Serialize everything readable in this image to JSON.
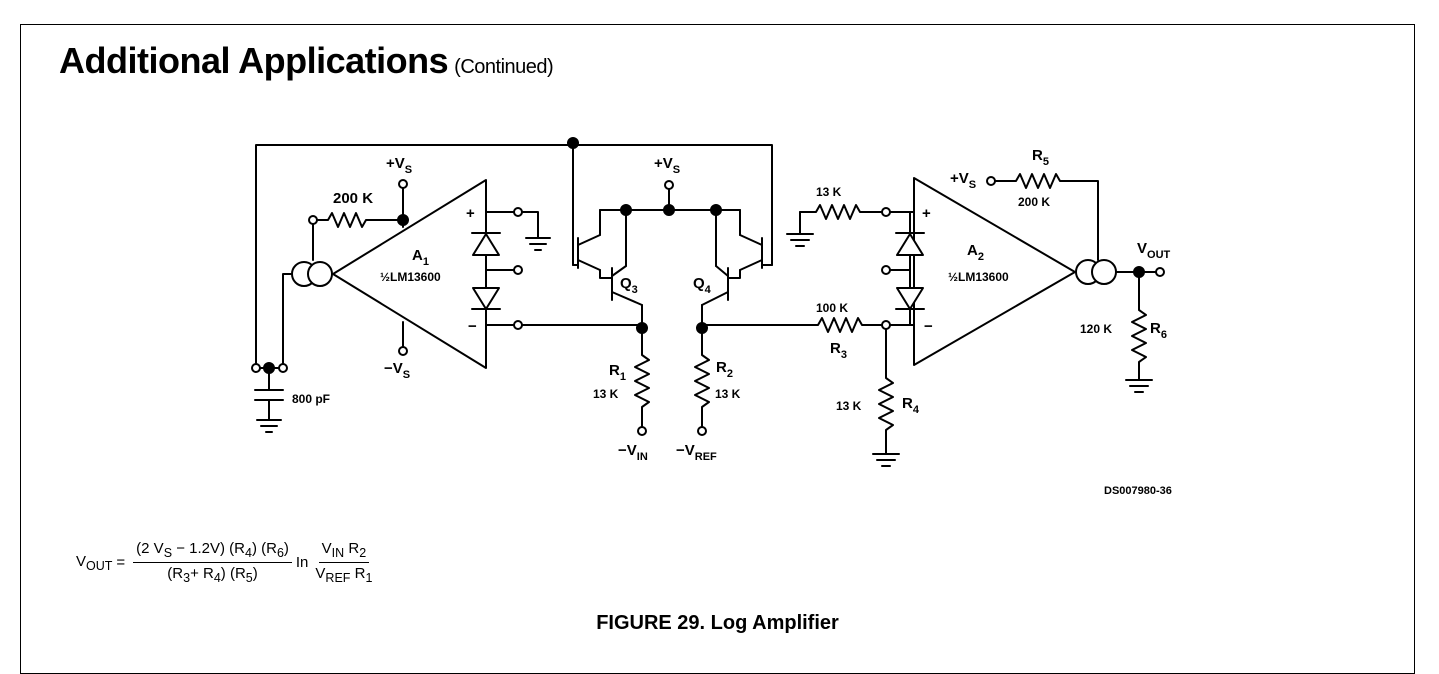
{
  "header": {
    "title": "Additional Applications",
    "subtitle": "(Continued)"
  },
  "labels": {
    "vs_plus_a1": "+V",
    "vs_plus_mid": "+V",
    "vs_plus_a2": "+V",
    "vs_minus": "−V",
    "s": "S",
    "r_200k_left": "200 K",
    "a1": "A",
    "a1_sub": "1",
    "a1_part": "½LM13600",
    "a2": "A",
    "a2_sub": "2",
    "a2_part": "½LM13600",
    "cap": "800 pF",
    "q3": "Q",
    "q3_sub": "3",
    "q4": "Q",
    "q4_sub": "4",
    "r1": "R",
    "r1_sub": "1",
    "r1_val": "13 K",
    "r2": "R",
    "r2_sub": "2",
    "r2_val": "13 K",
    "vin": "−V",
    "vin_sub": "IN",
    "vref": "−V",
    "vref_sub": "REF",
    "r_13k_top": "13 K",
    "r3_val": "100 K",
    "r3": "R",
    "r3_sub": "3",
    "r4_val": "13 K",
    "r4": "R",
    "r4_sub": "4",
    "r5": "R",
    "r5_sub": "5",
    "r5_val": "200 K",
    "vout": "V",
    "vout_sub": "OUT",
    "r6_val": "120 K",
    "r6": "R",
    "r6_sub": "6",
    "plus": "+",
    "minus": "−",
    "code": "DS007980-36"
  },
  "equation": {
    "lhs": "V",
    "lhs_sub": "OUT",
    "equals": "=",
    "num": "(2 V",
    "num_sub": "S",
    "num_rest": "− 1.2V) (R",
    "num_sub2": "4",
    "num_rest2": ") (R",
    "num_sub3": "6",
    "num_rest3": ")",
    "den": "(R",
    "den_sub": "3",
    "den_rest": "+ R",
    "den_sub2": "4",
    "den_rest2": ") (R",
    "den_sub3": "5",
    "den_rest3": ")",
    "ln": "In",
    "num2": "V",
    "num2_sub": "IN",
    "num2_rest": "R",
    "num2_sub2": "2",
    "den2": "V",
    "den2_sub": "REF",
    "den2_rest": "R",
    "den2_sub2": "1"
  },
  "figure": {
    "caption": "FIGURE 29. Log Amplifier"
  }
}
